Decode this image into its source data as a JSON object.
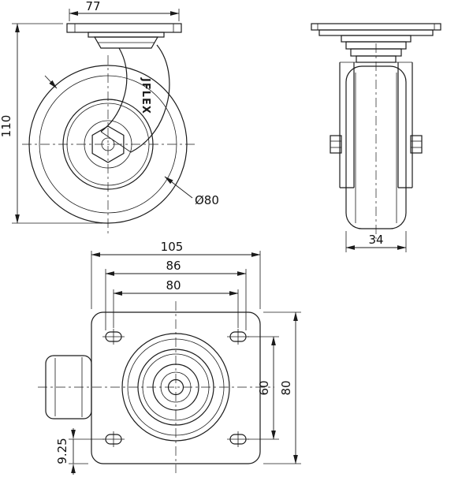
{
  "drawing": {
    "background": "#ffffff",
    "line_color": "#1b1b1b",
    "brand": "JFLEX",
    "side_view": {
      "dim_plate_width": "77",
      "dim_overall_height": "110",
      "dim_wheel_diameter": "Ø80"
    },
    "front_view": {
      "dim_wheel_width": "34"
    },
    "plan_view": {
      "dim_plate_length": "105",
      "dim_bolt_span_outer": "86",
      "dim_bolt_span_inner": "80",
      "dim_bolt_span_vertical": "60",
      "dim_plate_depth": "80",
      "dim_edge_offset": "9.25"
    }
  }
}
